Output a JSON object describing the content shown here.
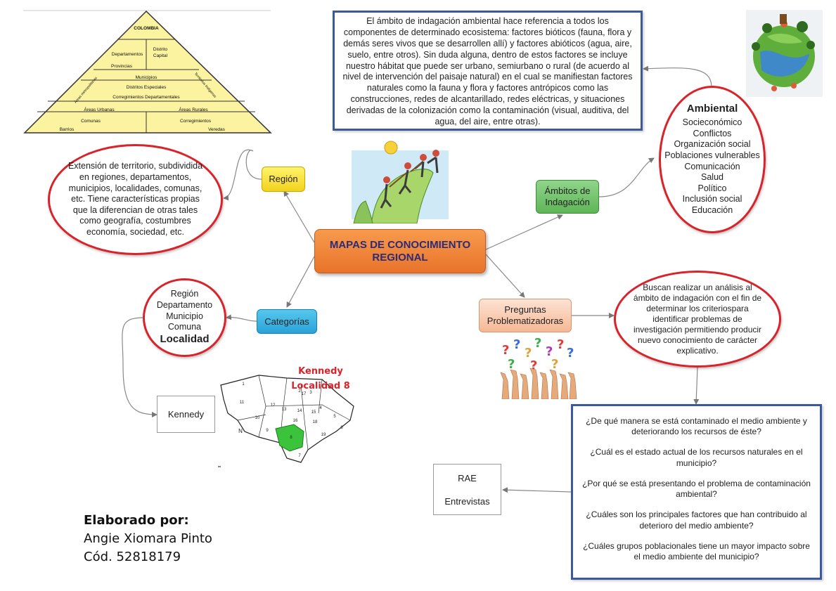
{
  "center": {
    "line1": "MAPAS DE CONOCIMIENTO",
    "line2": "REGIONAL"
  },
  "region": {
    "label": "Región",
    "description": "Extensión de territorio, subdividida en regiones, departamentos, municipios, localidades, comunas, etc. Tiene características propias que la diferencian de otras tales como geografía, costumbres economía, sociedad, etc."
  },
  "categorias": {
    "label": "Categorías",
    "items": [
      "Región",
      "Departamento",
      "Municipio",
      "Comuna"
    ],
    "highlight": "Localidad",
    "example": "Kennedy"
  },
  "ambitos": {
    "label_line1": "Ámbitos de",
    "label_line2": "Indagación",
    "description": "El ámbito de indagación ambiental hace referencia a todos los componentes de determinado ecosistema: factores bióticos (fauna, flora y demás seres vivos que se desarrollen allí) y factores abióticos (agua, aire, suelo, entre otros). Sin duda alguna, dentro de estos factores se incluye nuestro hábitat que puede ser urbano, semiurbano o rural (de acuerdo al nivel de intervención del paisaje natural) en el cual se manifiestan factores naturales como la fauna y flora y factores antrópicos como las construcciones, redes de alcantarillado, redes eléctricas, y situaciones derivadas de la colonización como la contaminación (visual, auditiva, del agua, del aire, entre otras).",
    "ambiental_title": "Ambiental",
    "ambiental_items": [
      "Socieconómico",
      "Conflictos",
      "Organización social",
      "Poblaciones vulnerables",
      "Comunicación",
      "Salud",
      "Político",
      "Inclusión social",
      "Educación"
    ]
  },
  "preguntas": {
    "label_line1": "Preguntas",
    "label_line2": "Problematizadoras",
    "description": "Buscan realizar un análisis al ámbito de indagación con el fin de determinar los criteriospara identificar problemas de investigación permitiendo producir nuevo conocimiento de carácter explicativo.",
    "questions": [
      "¿De qué manera se está contaminado el medio ambiente y deteriorando los recursos  de éste?",
      "¿Cuál es el estado actual de los recursos naturales en el municipio?",
      "¿Por qué se está presentando el problema de contaminación ambiental?",
      "¿Cuáles son los principales factores que han contribuido al deterioro del medio ambiente?",
      "¿Cuáles grupos poblacionales tiene un mayor impacto sobre el medio ambiente del municipio?"
    ],
    "rae_line1": "RAE",
    "rae_line2": "Entrevistas"
  },
  "pyramid": {
    "top": "COLOMBIA",
    "dept": "Departamentos",
    "capital_line1": "Distrito",
    "capital_line2": "Capital",
    "provincias": "Provincias",
    "municipios": "Municipios",
    "distritos": "Distritos Especiales",
    "corregimientos_dep": "Corregimientos Departamentales",
    "areas_metro": "Áreas metropolitanas",
    "territorios": "Territorios Indígenas",
    "areas_urbanas": "Áreas Urbanas",
    "areas_rurales": "Áreas Rurales",
    "comunas": "Comunas",
    "corregimientos": "Corregimientos",
    "barrios": "Barrios",
    "veredas": "Veredas"
  },
  "map": {
    "title_line1": "Kennedy",
    "title_line2": "Localidad 8",
    "numbers": [
      "1",
      "2",
      "3",
      "4",
      "5",
      "6",
      "7",
      "8",
      "9",
      "10",
      "11",
      "12",
      "13",
      "14",
      "15",
      "16",
      "17",
      "18",
      "19"
    ],
    "north": "N"
  },
  "author": {
    "title": "Elaborado por:",
    "name": "Angie Xiomara Pinto",
    "code": "Cód. 52818179"
  },
  "colors": {
    "oval_border": "#d9232b",
    "box_border": "#3a5a9b",
    "center_fill": "#ef8233",
    "pyramid_fill": "#fcf3a0"
  }
}
